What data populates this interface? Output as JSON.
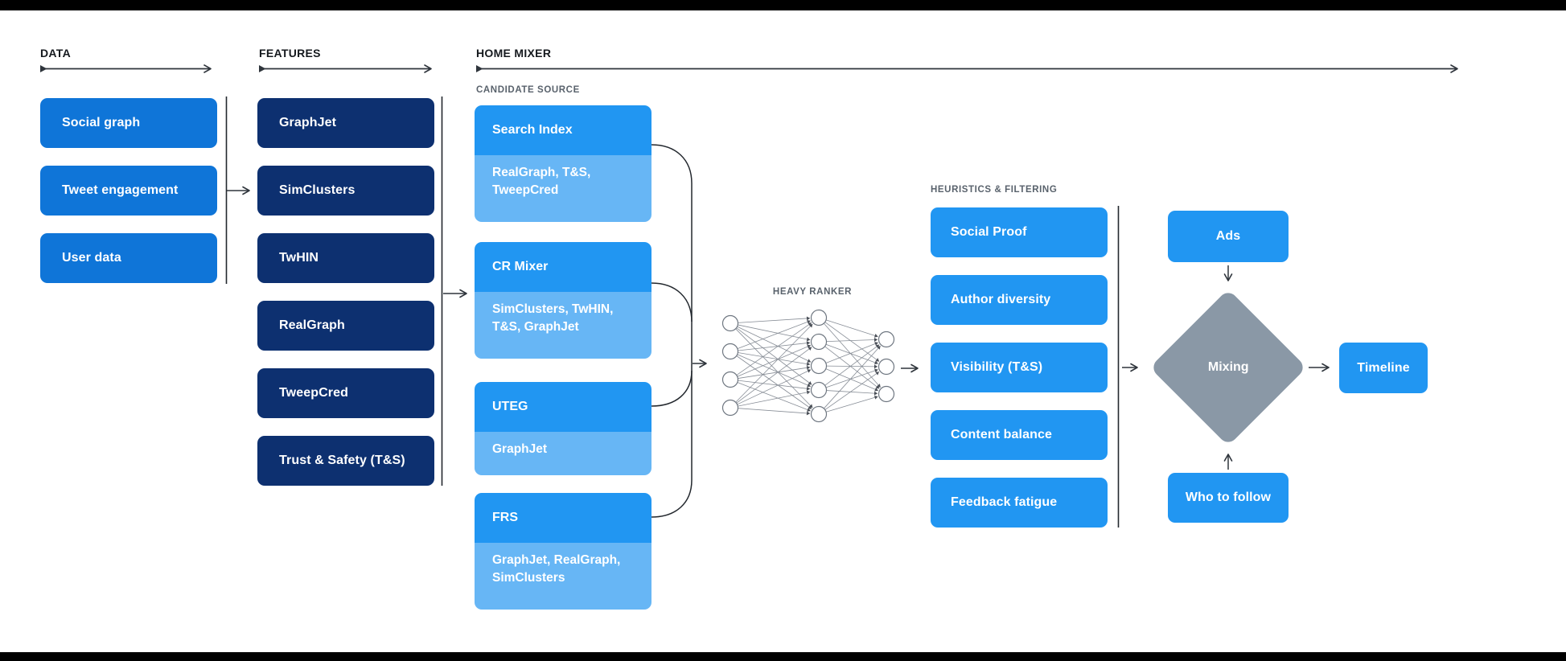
{
  "titles": {
    "data": "DATA",
    "features": "FEATURES",
    "home_mixer": "HOME MIXER"
  },
  "sublabels": {
    "candidate_source": "CANDIDATE SOURCE",
    "heavy_ranker": "HEAVY RANKER",
    "heuristics": "HEURISTICS & FILTERING"
  },
  "data_items": [
    "Social graph",
    "Tweet engagement",
    "User data"
  ],
  "feature_items": [
    "GraphJet",
    "SimClusters",
    "TwHIN",
    "RealGraph",
    "TweepCred",
    "Trust & Safety (T&S)"
  ],
  "candidates": [
    {
      "title": "Search Index",
      "lines": [
        "RealGraph, T&S,",
        "TweepCred"
      ]
    },
    {
      "title": "CR Mixer",
      "lines": [
        "SimClusters, TwHIN,",
        "T&S, GraphJet"
      ]
    },
    {
      "title": "UTEG",
      "lines": [
        "GraphJet"
      ]
    },
    {
      "title": "FRS",
      "lines": [
        "GraphJet, RealGraph,",
        "SimClusters"
      ]
    }
  ],
  "heuristic_items": [
    "Social Proof",
    "Author diversity",
    "Visibility (T&S)",
    "Content balance",
    "Feedback fatigue"
  ],
  "nodes": {
    "ads": "Ads",
    "mixing": "Mixing",
    "who_to_follow": "Who to follow",
    "timeline": "Timeline"
  },
  "colors": {
    "data_blue": "#0f75d8",
    "features_navy": "#0d3070",
    "bright_blue": "#2196f2",
    "sub_blue": "#67b6f5",
    "diamond_gray": "#8a98a6",
    "line_dark": "#2f353c",
    "label_dark": "#15191e",
    "label_gray": "#59626c",
    "bar_black": "#000000"
  }
}
